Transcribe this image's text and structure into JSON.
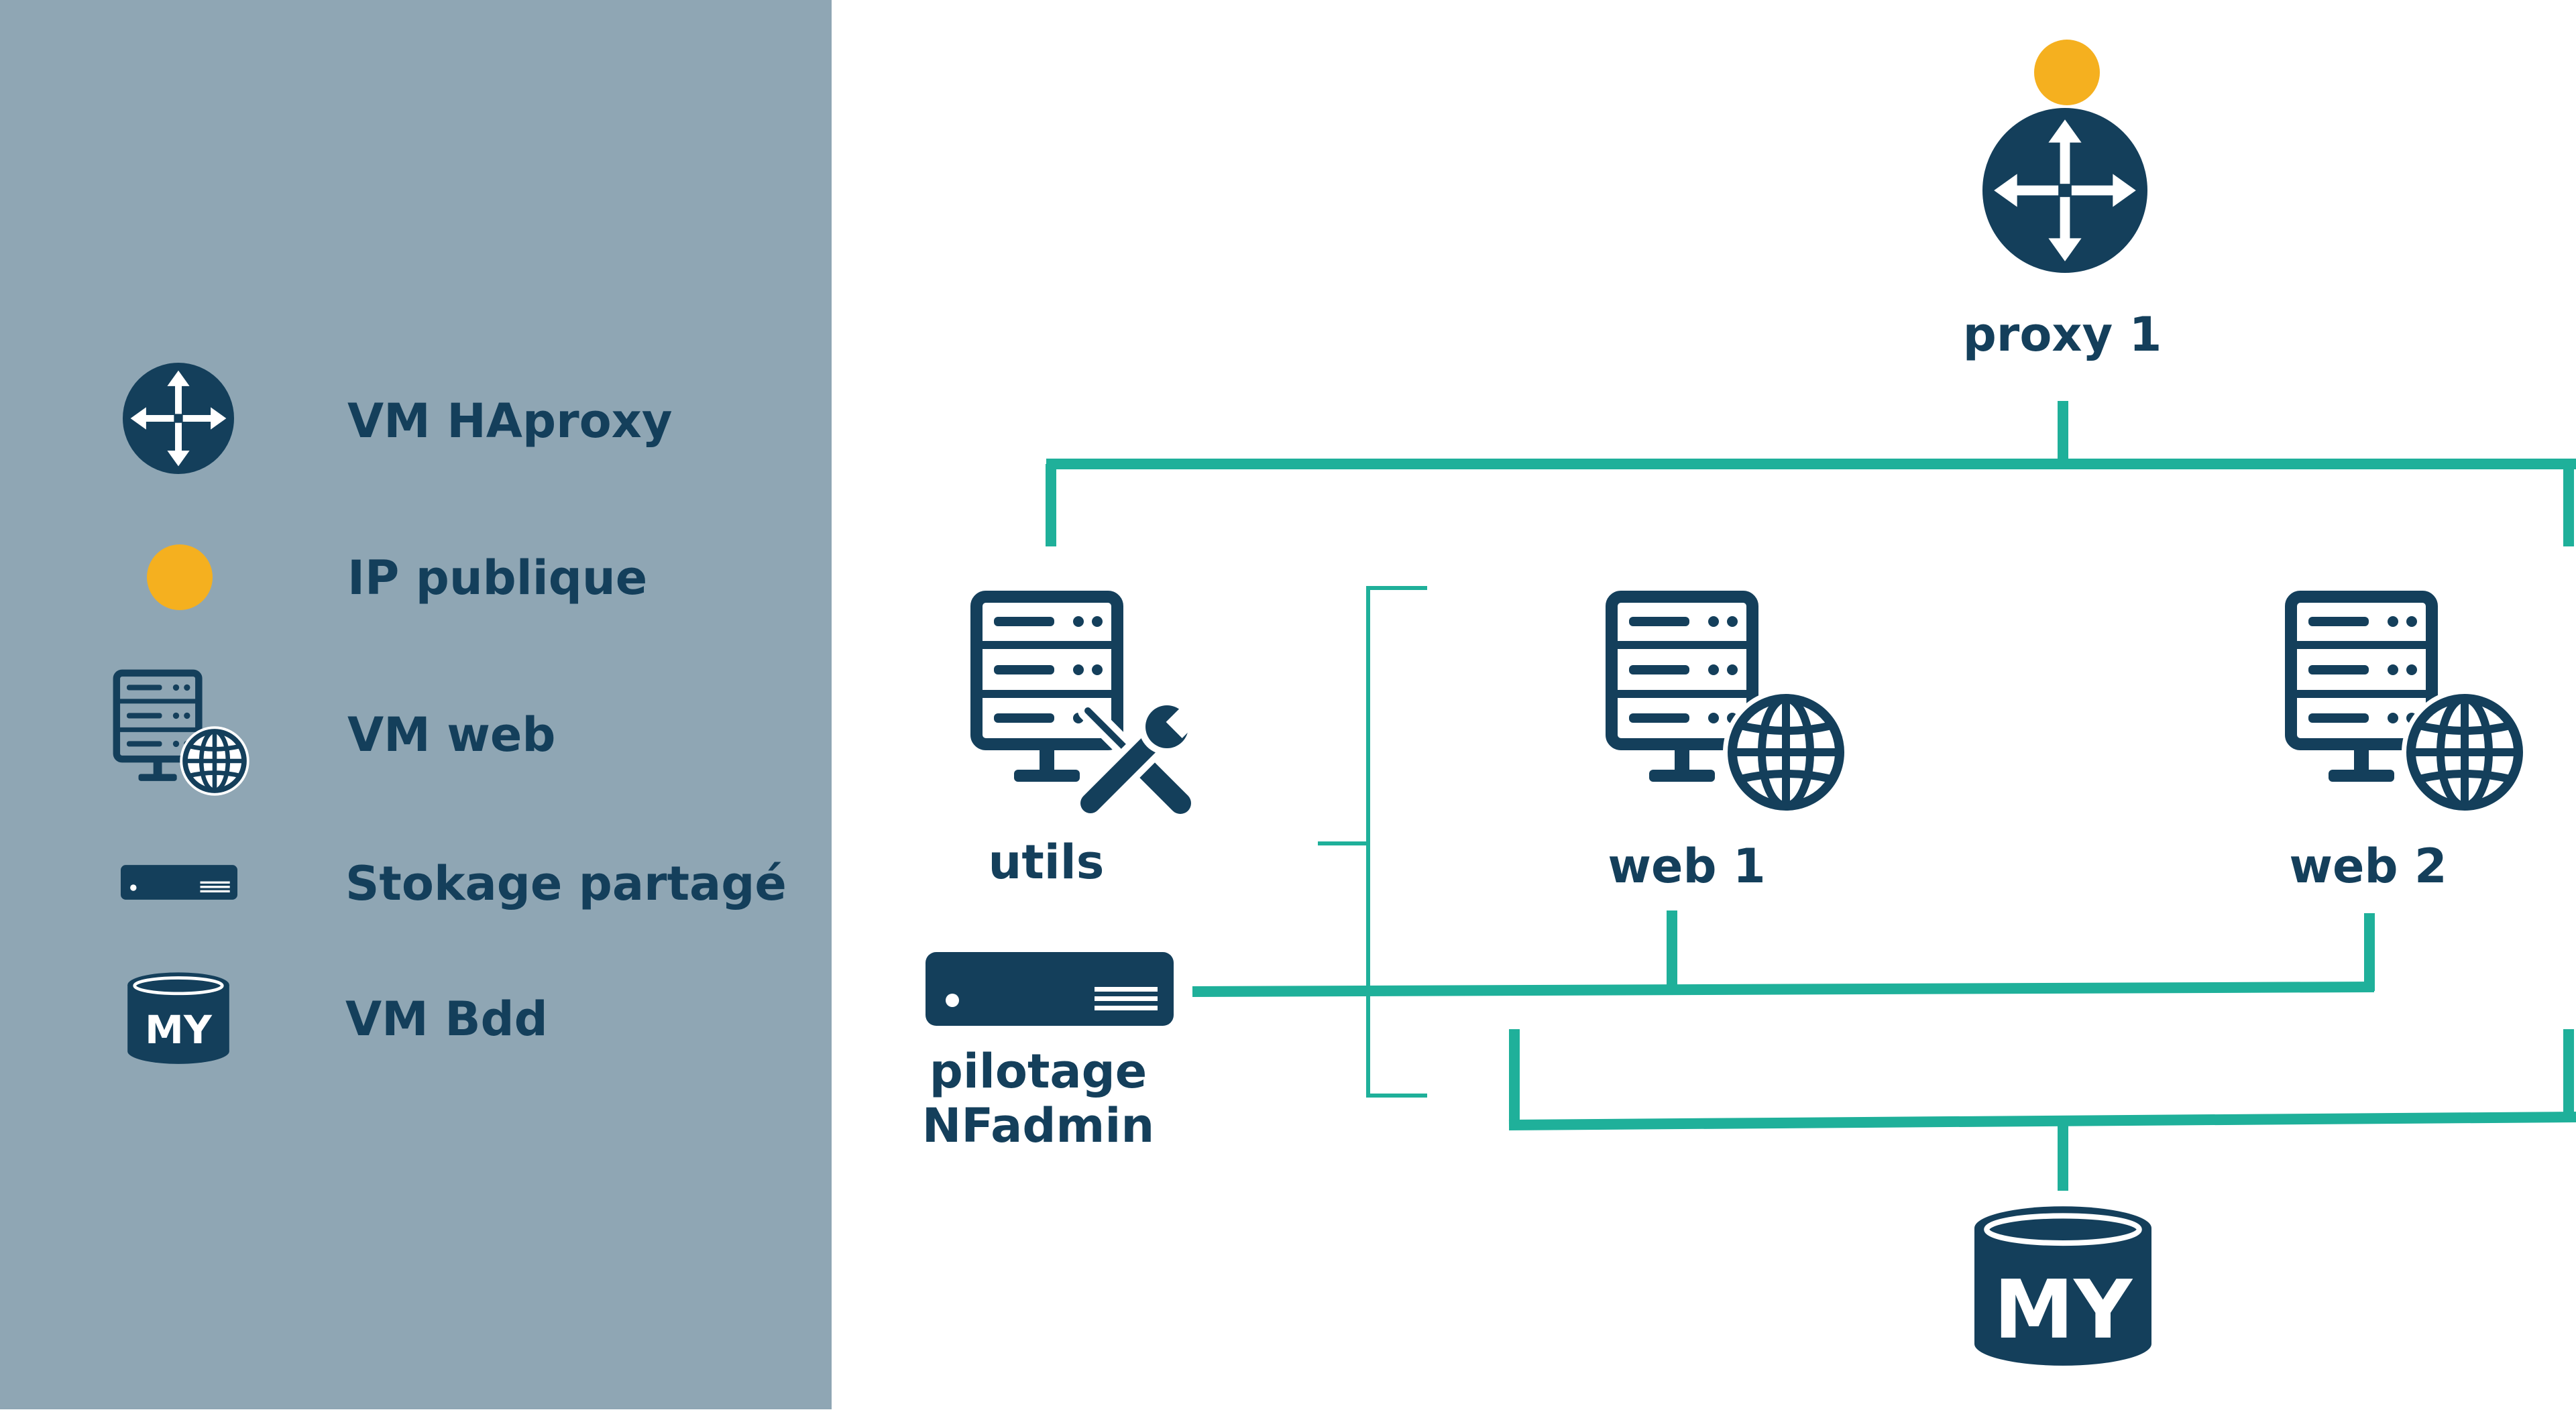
{
  "colors": {
    "sidebar_bg": "#8fa6b4",
    "navy": "#143f5b",
    "teal": "#1fb09a",
    "orange": "#f5b01f",
    "white": "#ffffff"
  },
  "legend": {
    "items": [
      {
        "icon": "router-icon",
        "label": "VM HAproxy"
      },
      {
        "icon": "public-ip-dot-icon",
        "label": "IP publique"
      },
      {
        "icon": "web-server-icon",
        "label": "VM web"
      },
      {
        "icon": "storage-box-icon",
        "label": "Stokage partagé"
      },
      {
        "icon": "database-icon",
        "label": "VM Bdd",
        "icon_text": "MY"
      }
    ]
  },
  "diagram": {
    "proxy": {
      "label": "proxy 1"
    },
    "utils": {
      "label": "utils"
    },
    "web1": {
      "label": "web 1"
    },
    "web2": {
      "label": "web 2"
    },
    "storage": {
      "label_line1": "pilotage",
      "label_line2": "NFadmin"
    },
    "database": {
      "icon_text": "MY"
    }
  }
}
